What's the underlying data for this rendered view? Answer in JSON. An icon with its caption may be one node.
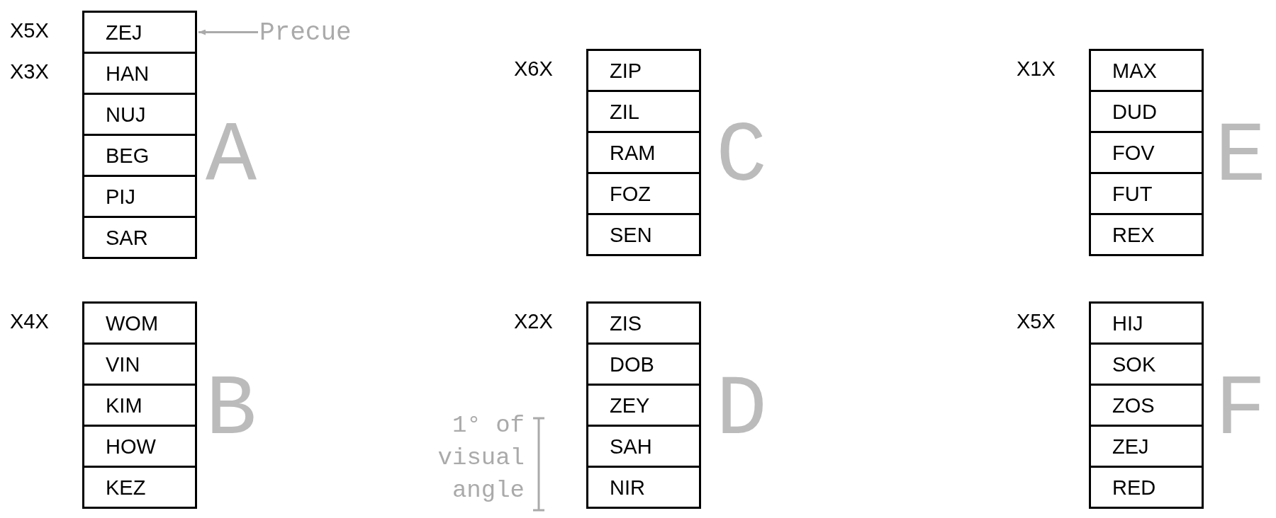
{
  "diagram": {
    "nodes": [
      {
        "text": [
          "ZEJ"
        ],
        "beside": [
          "X5X"
        ]
      },
      {
        "text": [
          "HAN"
        ],
        "beside": [
          "X3X"
        ]
      },
      {
        "text": [
          "NUJ"
        ]
      },
      {
        "text": [
          "BEG"
        ]
      },
      {
        "text": [
          "PIJ"
        ]
      },
      {
        "text": [
          "SAR"
        ]
      },
      {
        "text": [
          "Precue"
        ]
      },
      {
        "text": [
          "ZIP"
        ],
        "beside": [
          "X6X"
        ]
      },
      {
        "text": [
          "ZIL"
        ]
      },
      {
        "text": [
          "RAM"
        ]
      },
      {
        "text": [
          "FOZ"
        ]
      },
      {
        "text": [
          "SEN"
        ]
      },
      {
        "text": [
          "MAX"
        ],
        "beside": [
          "X1X"
        ]
      },
      {
        "text": [
          "DUD"
        ]
      },
      {
        "text": [
          "FOV"
        ]
      },
      {
        "text": [
          "FUT"
        ]
      },
      {
        "text": [
          "REX"
        ]
      },
      {
        "text": [
          "WOM"
        ],
        "beside": [
          "X4X"
        ]
      },
      {
        "text": [
          "VIN"
        ]
      },
      {
        "text": [
          "KIM"
        ]
      },
      {
        "text": [
          "HOW"
        ]
      },
      {
        "text": [
          "KEZ"
        ]
      },
      {
        "text": [
          "ZIS"
        ],
        "beside": [
          "X2X"
        ]
      },
      {
        "text": [
          "DOB"
        ]
      },
      {
        "text": [
          "ZEY"
        ]
      },
      {
        "text": [
          "SAH"
        ]
      },
      {
        "text": [
          "NIR"
        ]
      },
      {
        "text": [
          "HIJ"
        ],
        "beside": [
          "X5X"
        ]
      },
      {
        "text": [
          "SOK"
        ]
      },
      {
        "text": [
          "ZOS"
        ]
      },
      {
        "text": [
          "ZEJ"
        ]
      },
      {
        "text": [
          "RED"
        ]
      }
    ],
    "edges": [
      {
        "from": 6,
        "to": 0,
        "arrow": "to"
      }
    ],
    "labels": [
      "A",
      "C",
      "E",
      "B",
      "1° of visual angle",
      "D",
      "F"
    ]
  }
}
